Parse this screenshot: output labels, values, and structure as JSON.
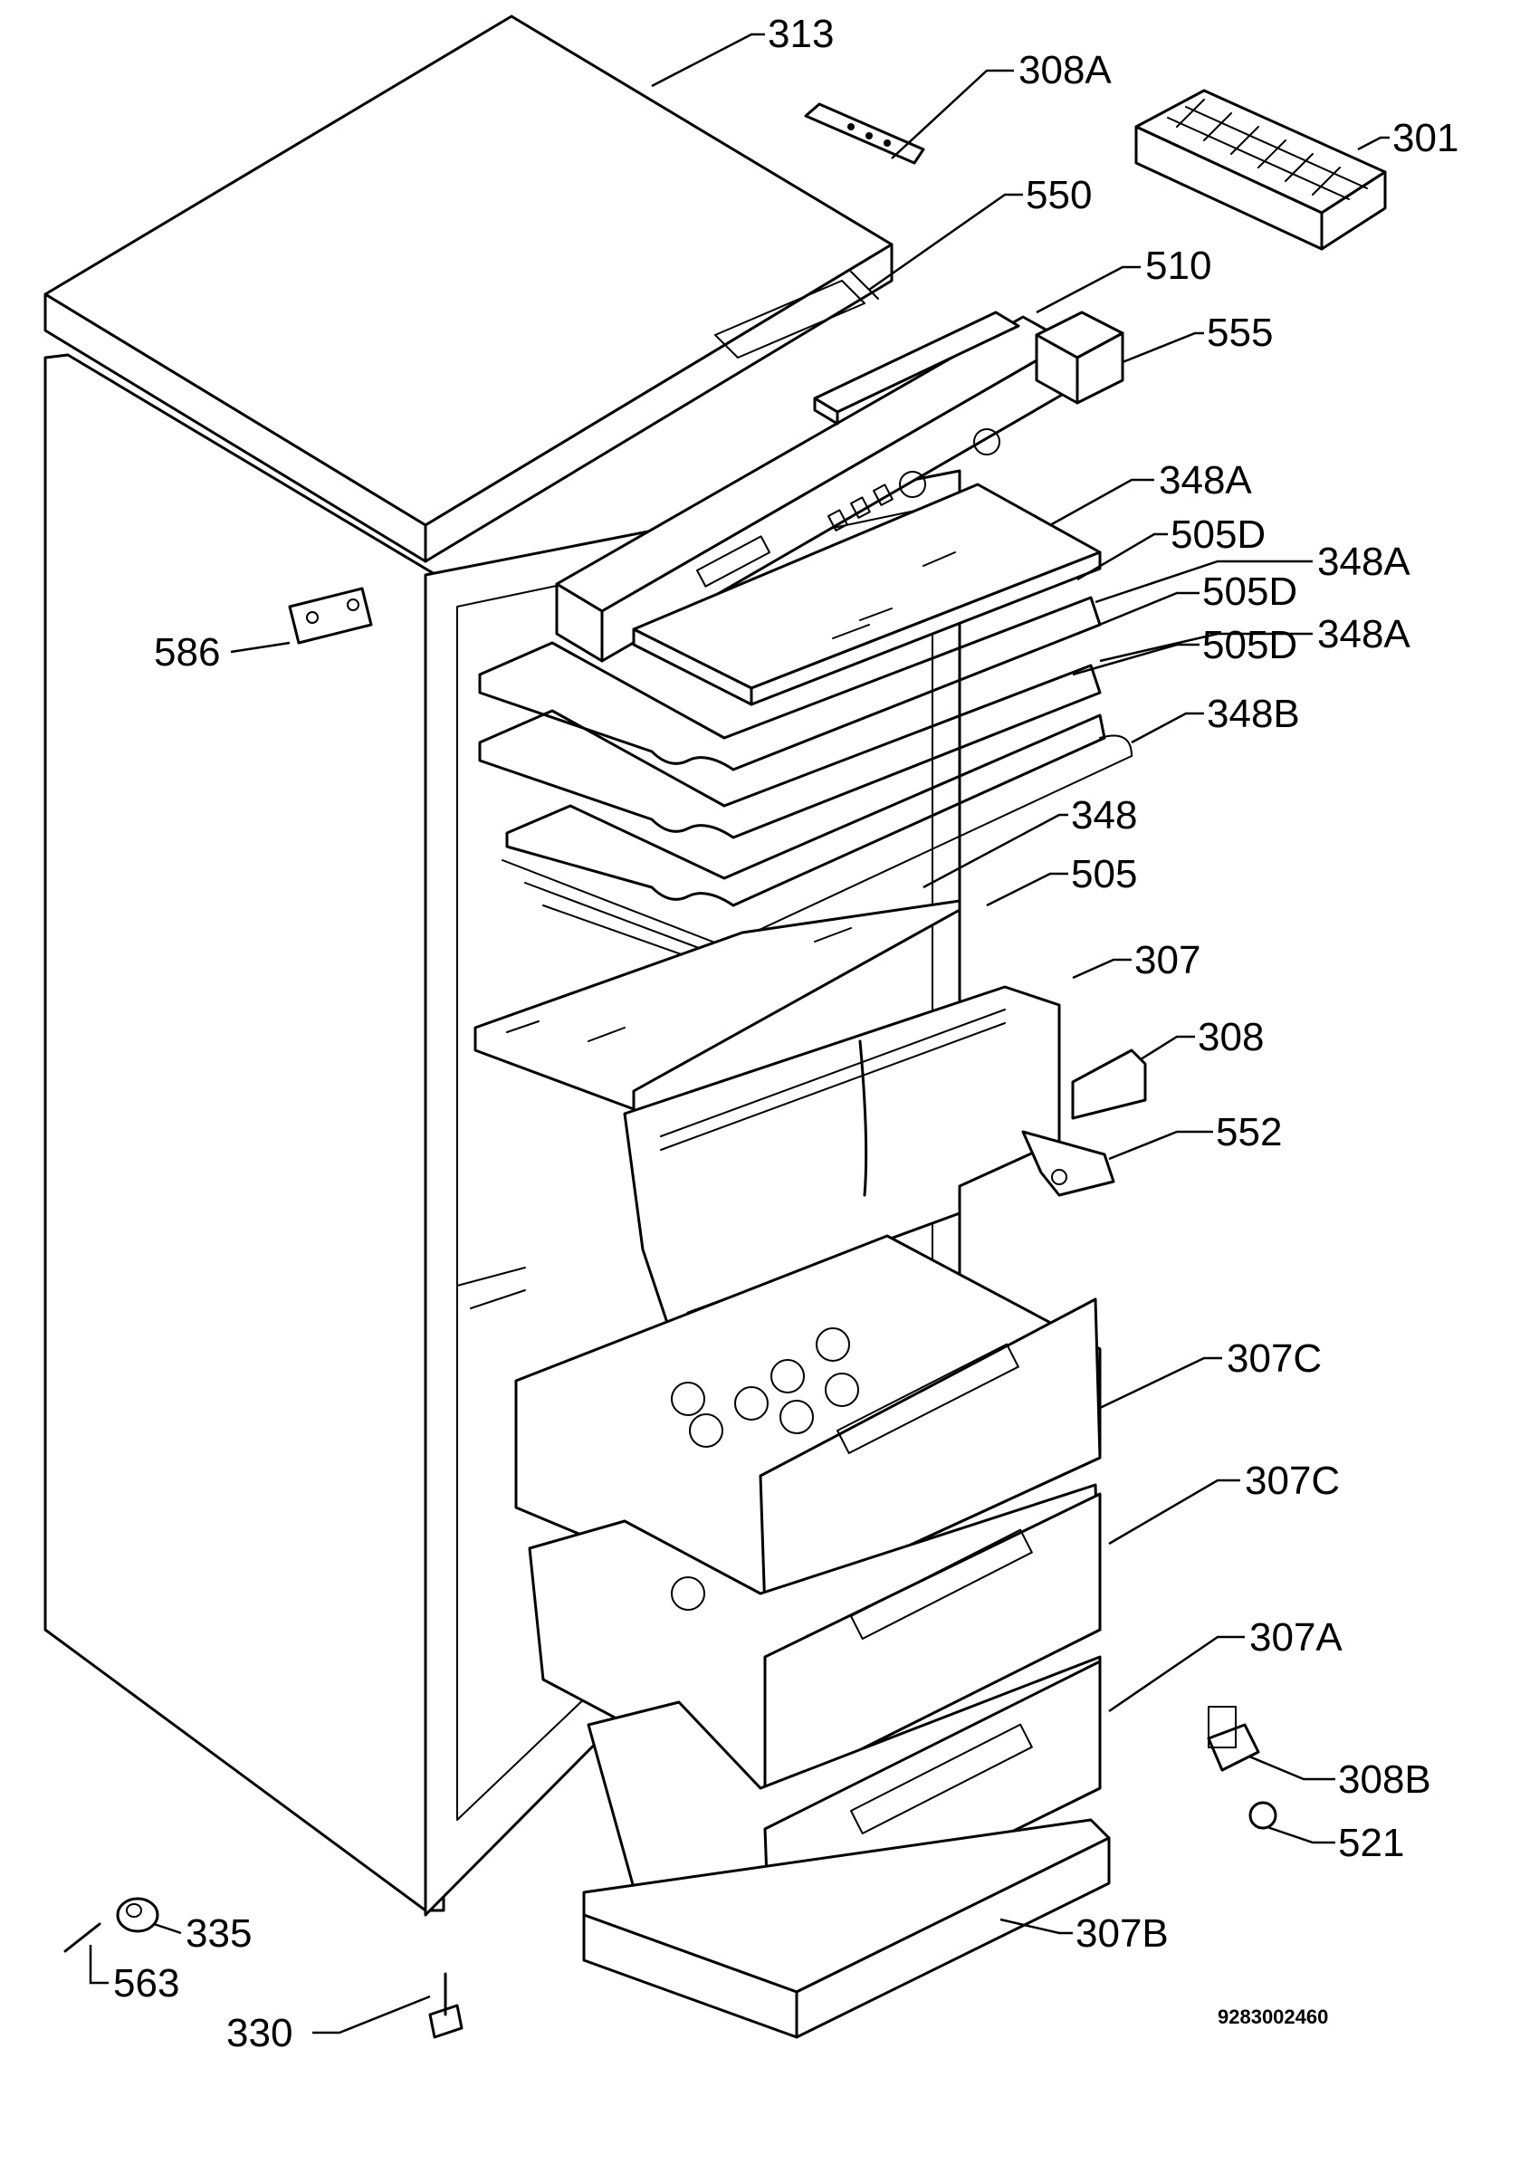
{
  "drawing_number": "9283002460",
  "callouts": [
    {
      "id": "313",
      "text": "313"
    },
    {
      "id": "308A",
      "text": "308A"
    },
    {
      "id": "301",
      "text": "301"
    },
    {
      "id": "550",
      "text": "550"
    },
    {
      "id": "510",
      "text": "510"
    },
    {
      "id": "555",
      "text": "555"
    },
    {
      "id": "348A-1",
      "text": "348A"
    },
    {
      "id": "505D-1",
      "text": "505D"
    },
    {
      "id": "348A-2",
      "text": "348A"
    },
    {
      "id": "505D-2",
      "text": "505D"
    },
    {
      "id": "348A-3",
      "text": "348A"
    },
    {
      "id": "505D-3",
      "text": "505D"
    },
    {
      "id": "348B",
      "text": "348B"
    },
    {
      "id": "586",
      "text": "586"
    },
    {
      "id": "348",
      "text": "348"
    },
    {
      "id": "505",
      "text": "505"
    },
    {
      "id": "307",
      "text": "307"
    },
    {
      "id": "308",
      "text": "308"
    },
    {
      "id": "552",
      "text": "552"
    },
    {
      "id": "307C-1",
      "text": "307C"
    },
    {
      "id": "307C-2",
      "text": "307C"
    },
    {
      "id": "307A",
      "text": "307A"
    },
    {
      "id": "308B",
      "text": "308B"
    },
    {
      "id": "521",
      "text": "521"
    },
    {
      "id": "335",
      "text": "335"
    },
    {
      "id": "563",
      "text": "563"
    },
    {
      "id": "307B",
      "text": "307B"
    },
    {
      "id": "330",
      "text": "330"
    }
  ]
}
